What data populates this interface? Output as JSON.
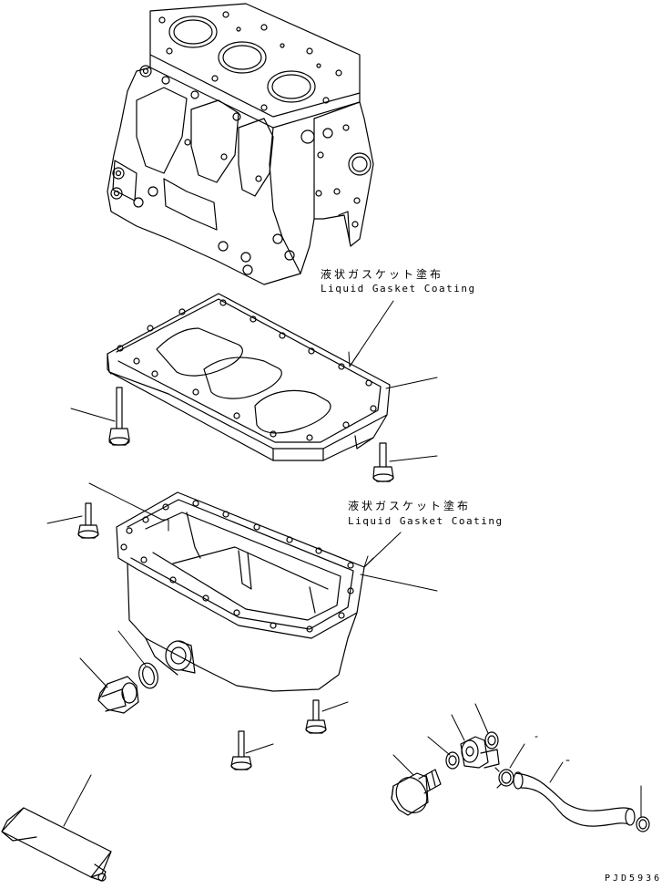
{
  "annotations": {
    "upper": {
      "ja": "液状ガスケット塗布",
      "en": "Liquid Gasket Coating"
    },
    "lower": {
      "ja": "液状ガスケット塗布",
      "en": "Liquid Gasket Coating"
    }
  },
  "drawing_code": "PJD5936",
  "colors": {
    "line": "#000000",
    "background": "#ffffff"
  }
}
